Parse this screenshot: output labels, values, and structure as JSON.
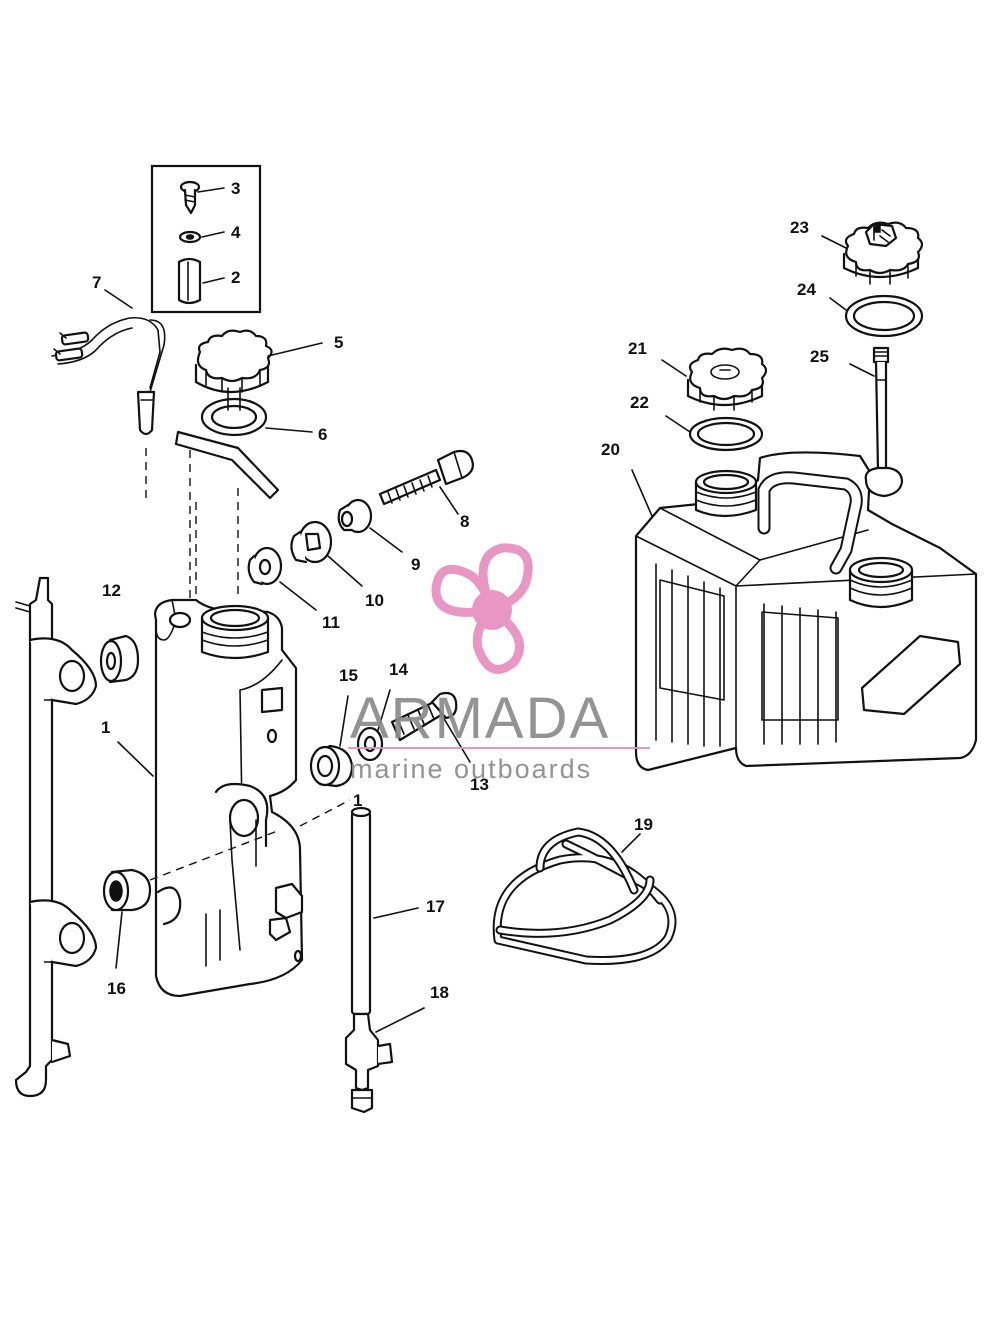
{
  "diagram": {
    "callouts": [
      "1",
      "2",
      "3",
      "4",
      "5",
      "6",
      "7",
      "8",
      "9",
      "10",
      "11",
      "12",
      "13",
      "14",
      "15",
      "16",
      "17",
      "18",
      "19",
      "20",
      "21",
      "22",
      "23",
      "24",
      "25"
    ],
    "callout_1_second": "1"
  },
  "watermark": {
    "brand": "ARMADA",
    "tagline": "marine outboards",
    "accent_color": "#e78fc0",
    "text_color": "#8a8a8a"
  }
}
